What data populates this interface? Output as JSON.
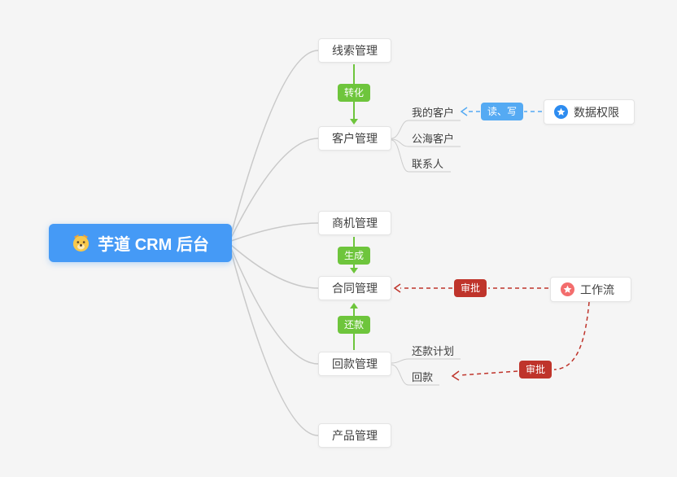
{
  "canvas": {
    "background": "#f5f5f5"
  },
  "root": {
    "label": "芋道 CRM 后台",
    "color": "#459af6",
    "icon": "dog-face-icon"
  },
  "nodes": [
    {
      "label": "线索管理"
    },
    {
      "label": "客户管理"
    },
    {
      "label": "商机管理"
    },
    {
      "label": "合同管理"
    },
    {
      "label": "回款管理"
    },
    {
      "label": "产品管理"
    }
  ],
  "customer_children": [
    {
      "label": "我的客户"
    },
    {
      "label": "公海客户"
    },
    {
      "label": "联系人"
    }
  ],
  "receivable_children": [
    {
      "label": "还款计划"
    },
    {
      "label": "回款"
    }
  ],
  "badges": {
    "convert": {
      "label": "转化",
      "color": "#6ec53c"
    },
    "generate": {
      "label": "生成",
      "color": "#6ec53c"
    },
    "repay": {
      "label": "还款",
      "color": "#6ec53c"
    },
    "read_write": {
      "label": "读、写",
      "color": "#55aaf3"
    },
    "approve_contract": {
      "label": "审批",
      "color": "#bf342b"
    },
    "approve_receivable": {
      "label": "审批",
      "color": "#bf342b"
    }
  },
  "side_nodes": {
    "data_permission": {
      "label": "数据权限",
      "icon": "star-icon",
      "icon_color": "#2d8cf0"
    },
    "workflow": {
      "label": "工作流",
      "icon": "star-icon",
      "icon_color": "#f36d6d"
    }
  }
}
